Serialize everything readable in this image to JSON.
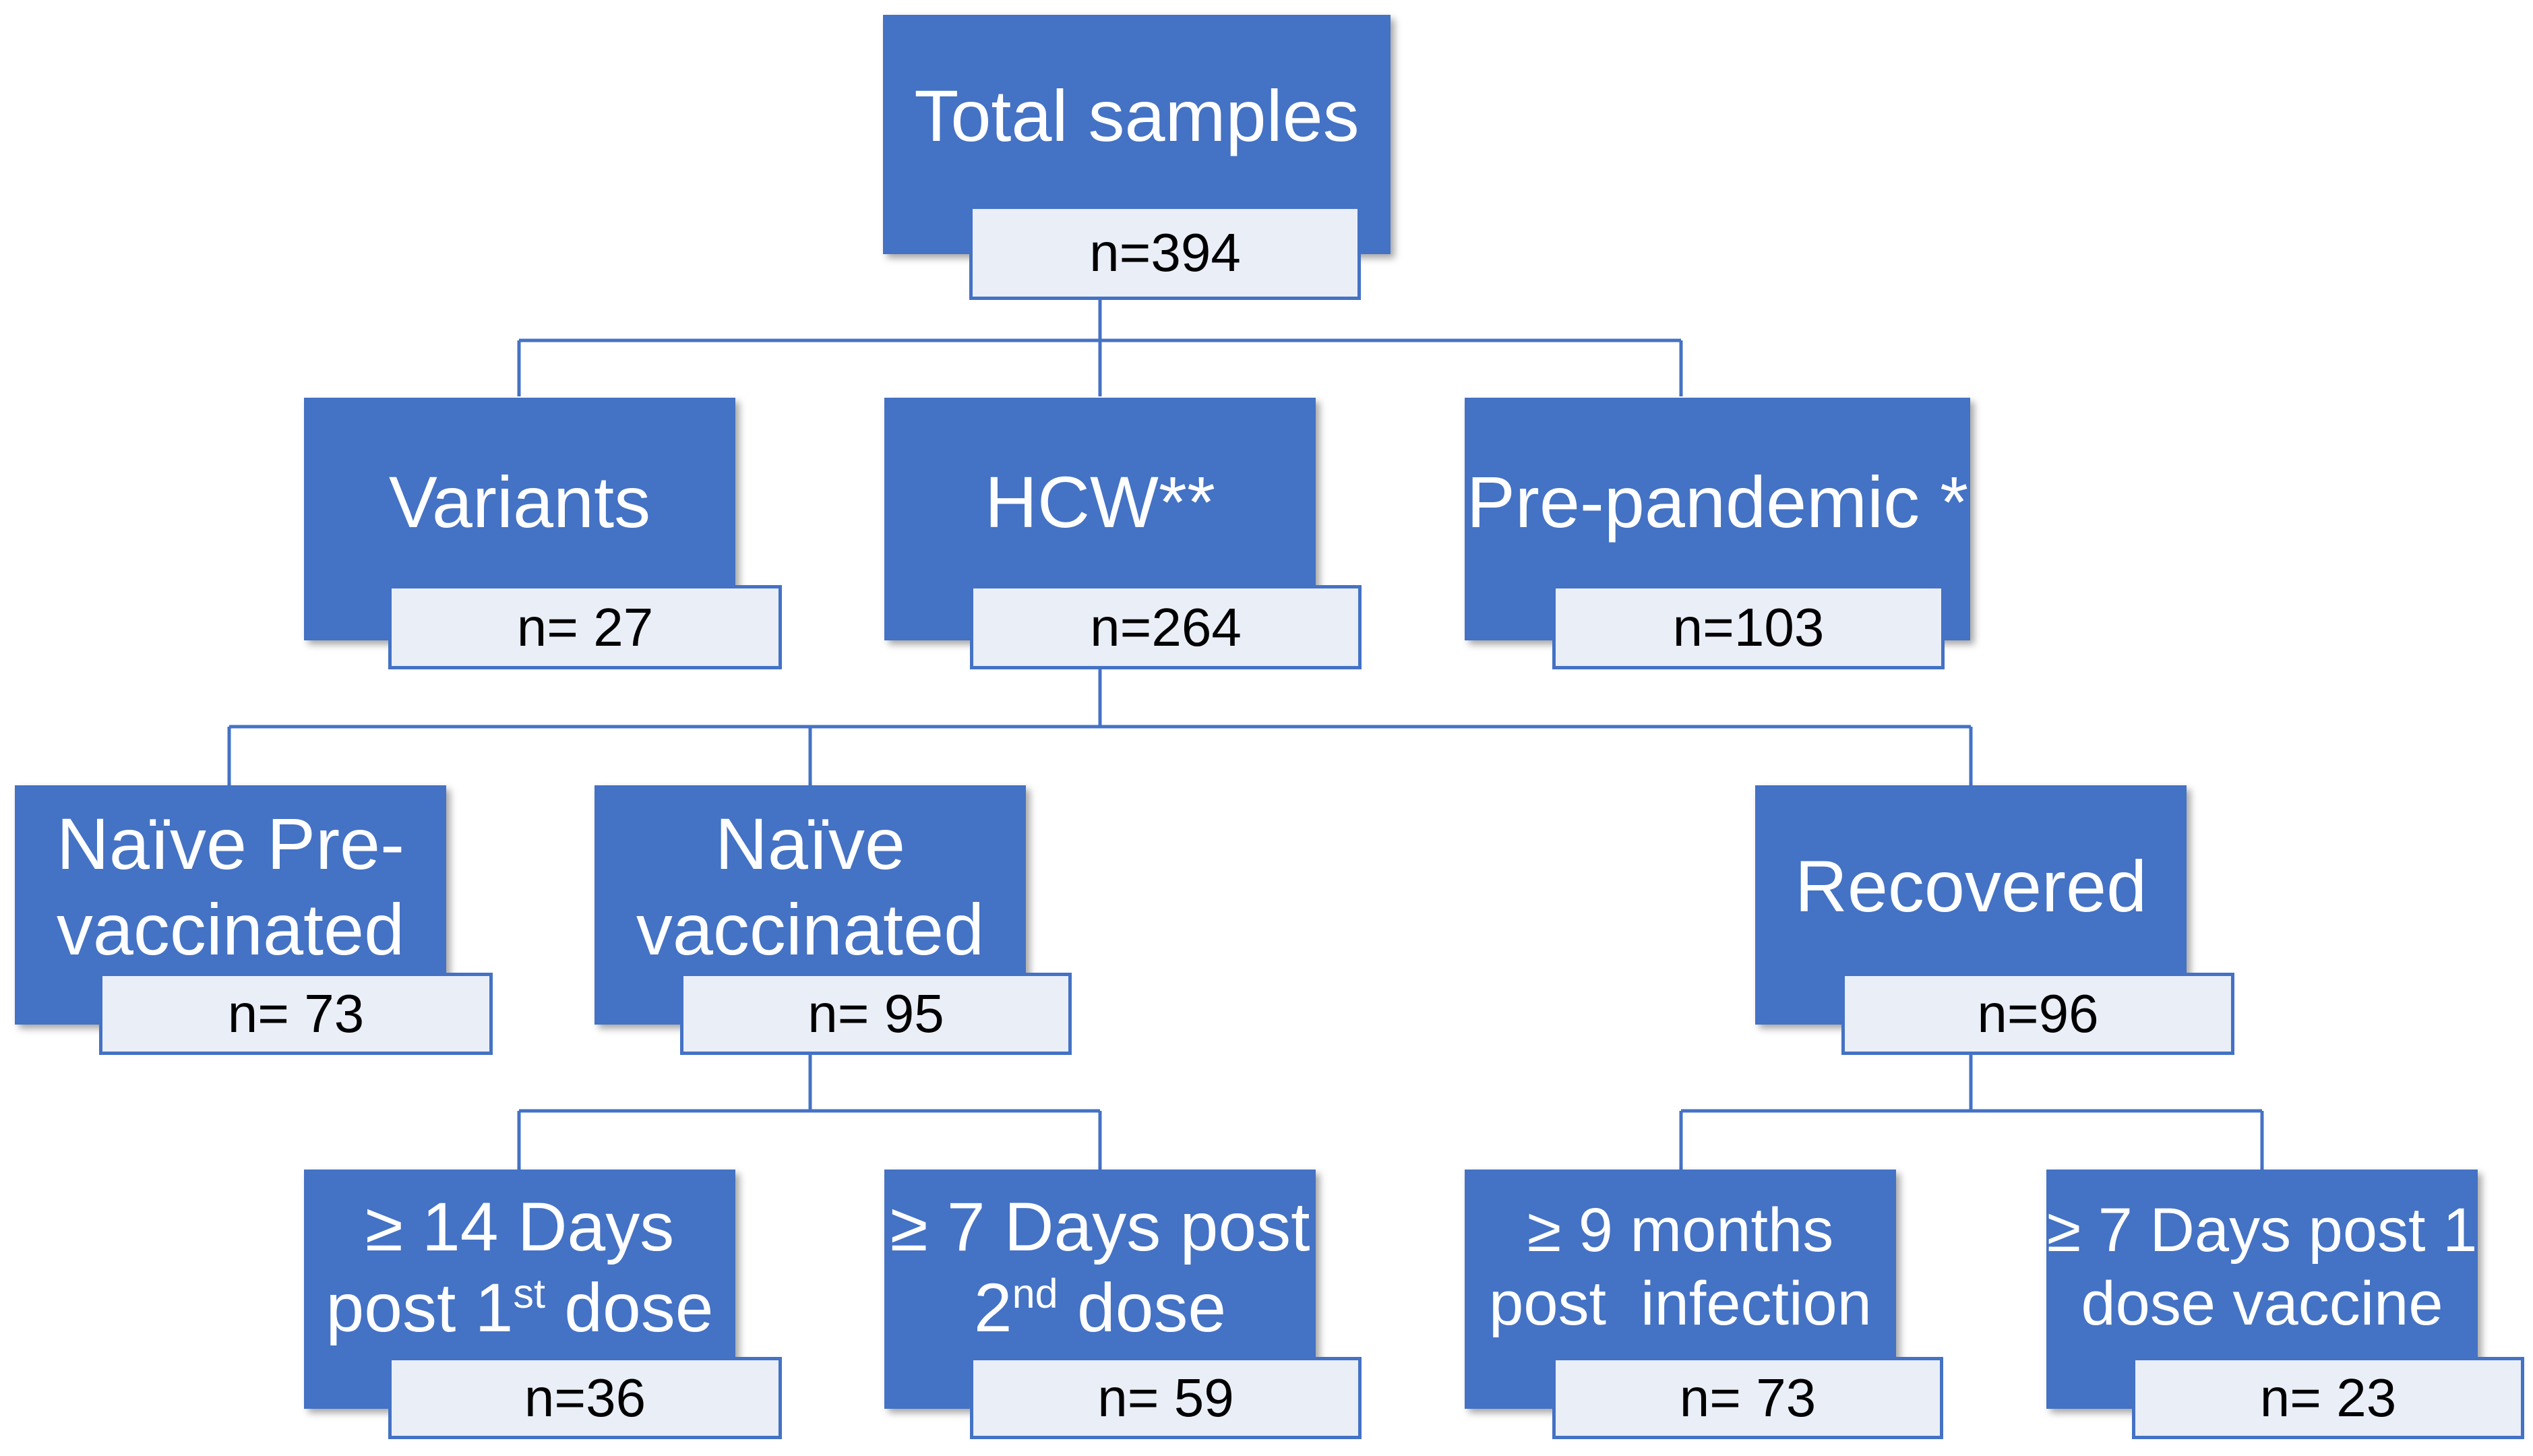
{
  "colors": {
    "box_fill": "#4472C4",
    "box_text": "#FFFFFF",
    "count_fill": "#E9EEF7",
    "connector": "#4472C4"
  },
  "nodes": {
    "total": {
      "label": "Total samples",
      "count": "n=394"
    },
    "variants": {
      "label": "Variants",
      "count": "n= 27"
    },
    "hcw": {
      "label": "HCW**",
      "count": "n=264"
    },
    "prepandemic": {
      "label": "Pre-pandemic *",
      "count": "n=103"
    },
    "naive_pre": {
      "label_line1": "Naïve Pre-",
      "label_line2": "vaccinated",
      "count": "n= 73"
    },
    "naive_vacc": {
      "label_line1": "Naïve",
      "label_line2": "vaccinated",
      "count": "n= 95"
    },
    "recovered": {
      "label": "Recovered",
      "count": "n=96"
    },
    "d14": {
      "line1": "≥ 14 Days",
      "line2_pre": "post 1",
      "line2_sup": "st",
      "line2_post": " dose",
      "count": "n=36"
    },
    "d7_2nd": {
      "line1": "≥ 7 Days post",
      "line2_pre": "2",
      "line2_sup": "nd",
      "line2_post": " dose",
      "count": "n= 59"
    },
    "m9": {
      "line1": "≥ 9 months",
      "line2": "post  infection",
      "count": "n= 73"
    },
    "d7_1": {
      "line1": "≥ 7 Days post 1",
      "line2": "dose vaccine",
      "count": "n= 23"
    }
  }
}
